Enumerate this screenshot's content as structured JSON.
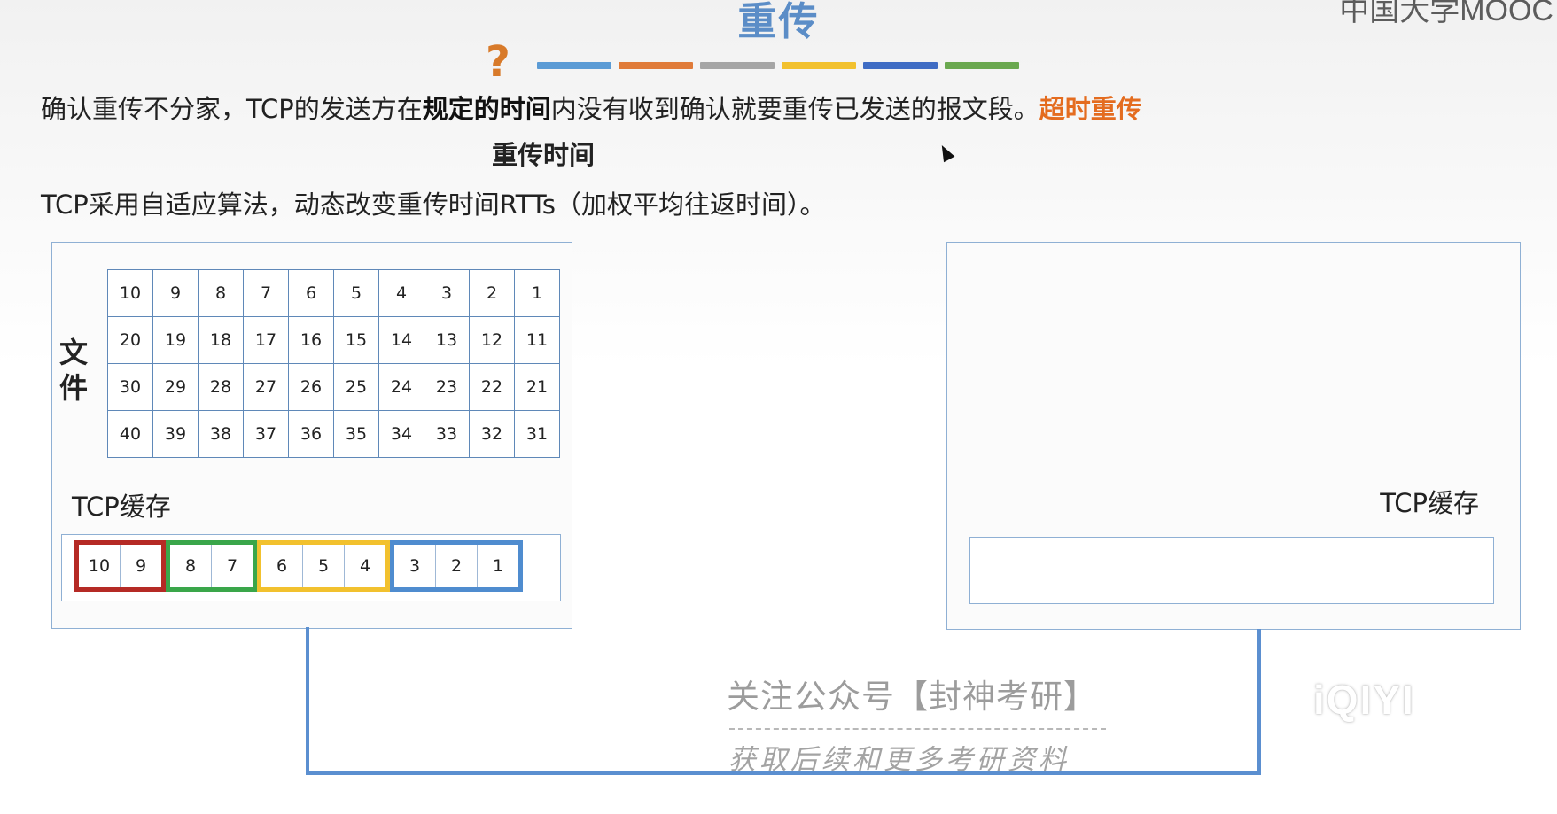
{
  "header": {
    "title": "重传",
    "brand": "中国大学MOOC"
  },
  "question_mark": "?",
  "color_bars": [
    "#5b9bd5",
    "#e07b39",
    "#a5a5a5",
    "#f2c12e",
    "#3f6cc4",
    "#6aa84f"
  ],
  "line1": {
    "part1": "确认重传不分家，TCP的发送方在",
    "bold": "规定的时间",
    "part2": "内没有收到确认就要重传已发送的报文段。",
    "highlight": "超时重传"
  },
  "sub_label": "重传时间",
  "line2": "TCP采用自适应算法，动态改变重传时间RTTs（加权平均往返时间）。",
  "sender": {
    "file_label": "文件",
    "file_rows": [
      [
        "10",
        "9",
        "8",
        "7",
        "6",
        "5",
        "4",
        "3",
        "2",
        "1"
      ],
      [
        "20",
        "19",
        "18",
        "17",
        "16",
        "15",
        "14",
        "13",
        "12",
        "11"
      ],
      [
        "30",
        "29",
        "28",
        "27",
        "26",
        "25",
        "24",
        "23",
        "22",
        "21"
      ],
      [
        "40",
        "39",
        "38",
        "37",
        "36",
        "35",
        "34",
        "33",
        "32",
        "31"
      ]
    ],
    "buffer_label": "TCP缓存",
    "segments": [
      {
        "color": "#b52a25",
        "cells": [
          "10",
          "9"
        ]
      },
      {
        "color": "#3aa64a",
        "cells": [
          "8",
          "7"
        ]
      },
      {
        "color": "#f2c12e",
        "cells": [
          "6",
          "5",
          "4"
        ]
      },
      {
        "color": "#4f8ccf",
        "cells": [
          "3",
          "2",
          "1"
        ]
      }
    ]
  },
  "receiver": {
    "buffer_label": "TCP缓存"
  },
  "connector_color": "#5b8fd0",
  "watermark": {
    "line1": "关注公众号【封神考研】",
    "line2": "获取后续和更多考研资料",
    "logo": "iQIYI"
  }
}
